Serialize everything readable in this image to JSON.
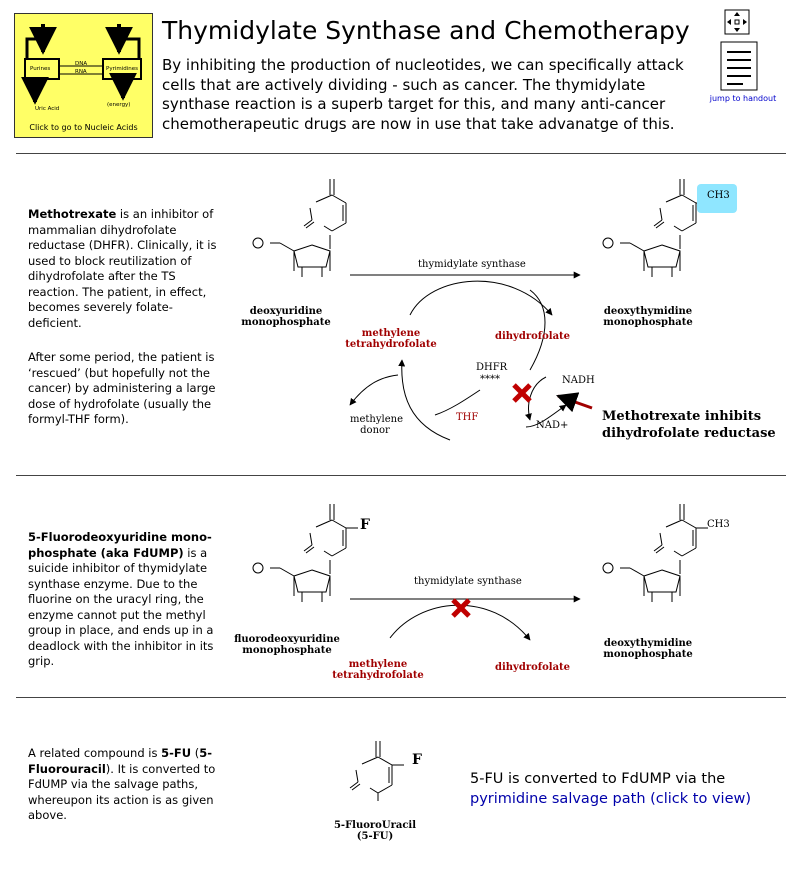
{
  "header": {
    "title": "Thymidylate Synthase and Chemotherapy",
    "intro": "By inhibiting the production of nucleotides, we can specifically attack cells that are actively dividing - such as cancer. The thymidylate synthase reaction is a superb target for this, and many anti-cancer chemotherapeutic drugs are now in use that take advanatge of this."
  },
  "nav": {
    "purines": "Purines",
    "pyrimidines": "Pyrimidines",
    "dna": "DNA",
    "rna": "RNA",
    "uric_acid": "Uric Acid",
    "energy": "(energy)",
    "link_label": "Click to go to Nucleic Acids"
  },
  "handout": {
    "label": "jump to handout"
  },
  "section1": {
    "desc_bold": "Methotrexate",
    "desc_rest": " is an inhibitor of mammalian dihydrofolate reductase (DHFR). Clinically, it is used to block reutilization of dihydrofolate after the TS reaction. The patient, in effect, becomes severely folate-deficient.",
    "desc2": "After some period, the patient is ‘rescued’ (but hopefully not the cancer) by administering a large dose of hydrofolate (usually the formyl-THF form).",
    "substrate_name": [
      "deoxyuridine",
      "monophosphate"
    ],
    "product_name": [
      "deoxythymidine",
      "monophosphate"
    ],
    "enzyme": "thymidylate synthase",
    "cofactor": [
      "methylene",
      "tetrahydrofolate"
    ],
    "dihydrofolate": "dihydrofolate",
    "dhfr": "DHFR",
    "dhfr_stars": "****",
    "nadh": "NADH",
    "nadp": "NAD+",
    "thf": "THF",
    "donor": [
      "methylene",
      "donor"
    ],
    "inhibit_label": [
      "Methotrexate inhibits",
      "dihydrofolate reductase"
    ],
    "ch3": "CH3"
  },
  "section2": {
    "desc_bold": "5-Fluorodeoxyuridine mono-phosphate (aka FdUMP)",
    "desc_rest": " is a suicide inhibitor of thymidylate synthase enzyme. Due to the fluorine on the uracyl ring, the enzyme cannot put the methyl group in place, and ends up in a deadlock with the inhibitor in its grip.",
    "substrate_name": [
      "fluorodeoxyuridine",
      "monophosphate"
    ],
    "product_name": [
      "deoxythymidine",
      "monophosphate"
    ],
    "enzyme": "thymidylate synthase",
    "cofactor": [
      "methylene",
      "tetrahydrofolate"
    ],
    "dihydrofolate": "dihydrofolate",
    "ch3": "CH3"
  },
  "section3": {
    "desc_pre": "A related compound is ",
    "desc_b1": "5-FU",
    "desc_mid1": " (",
    "desc_b2": "5-Fluorouracil",
    "desc_rest": "). It is converted to FdUMP via the salvage paths, whereupon its action is as given above.",
    "compound_name": [
      "5-FluoroUracil",
      "(5-FU)"
    ],
    "conversion_text": "5-FU is converted to FdUMP via the",
    "salvage_link": "pyrimidine salvage path (click to view)"
  }
}
